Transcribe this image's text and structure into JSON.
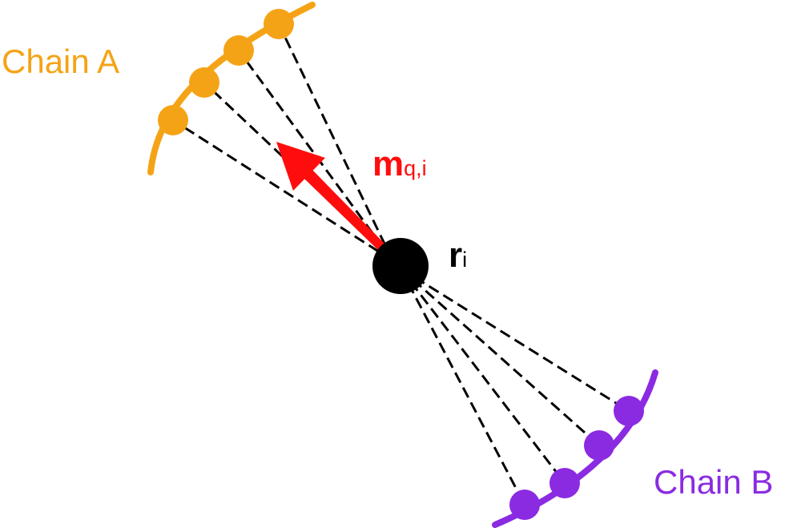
{
  "colors": {
    "chain_a": "#F5A316",
    "chain_b": "#8A2BE2",
    "vector": "#FF0D0D",
    "particle": "#000000",
    "dashes": "#000000",
    "background": "#ffffff"
  },
  "labels": {
    "chain_a": "Chain A",
    "chain_b": "Chain B",
    "vector_main": "m",
    "vector_sub": "q,i",
    "particle_main": "r",
    "particle_sub": "i"
  },
  "icons": {
    "particle": "black-circle",
    "beads": "filled-circle",
    "vector": "arrow"
  }
}
